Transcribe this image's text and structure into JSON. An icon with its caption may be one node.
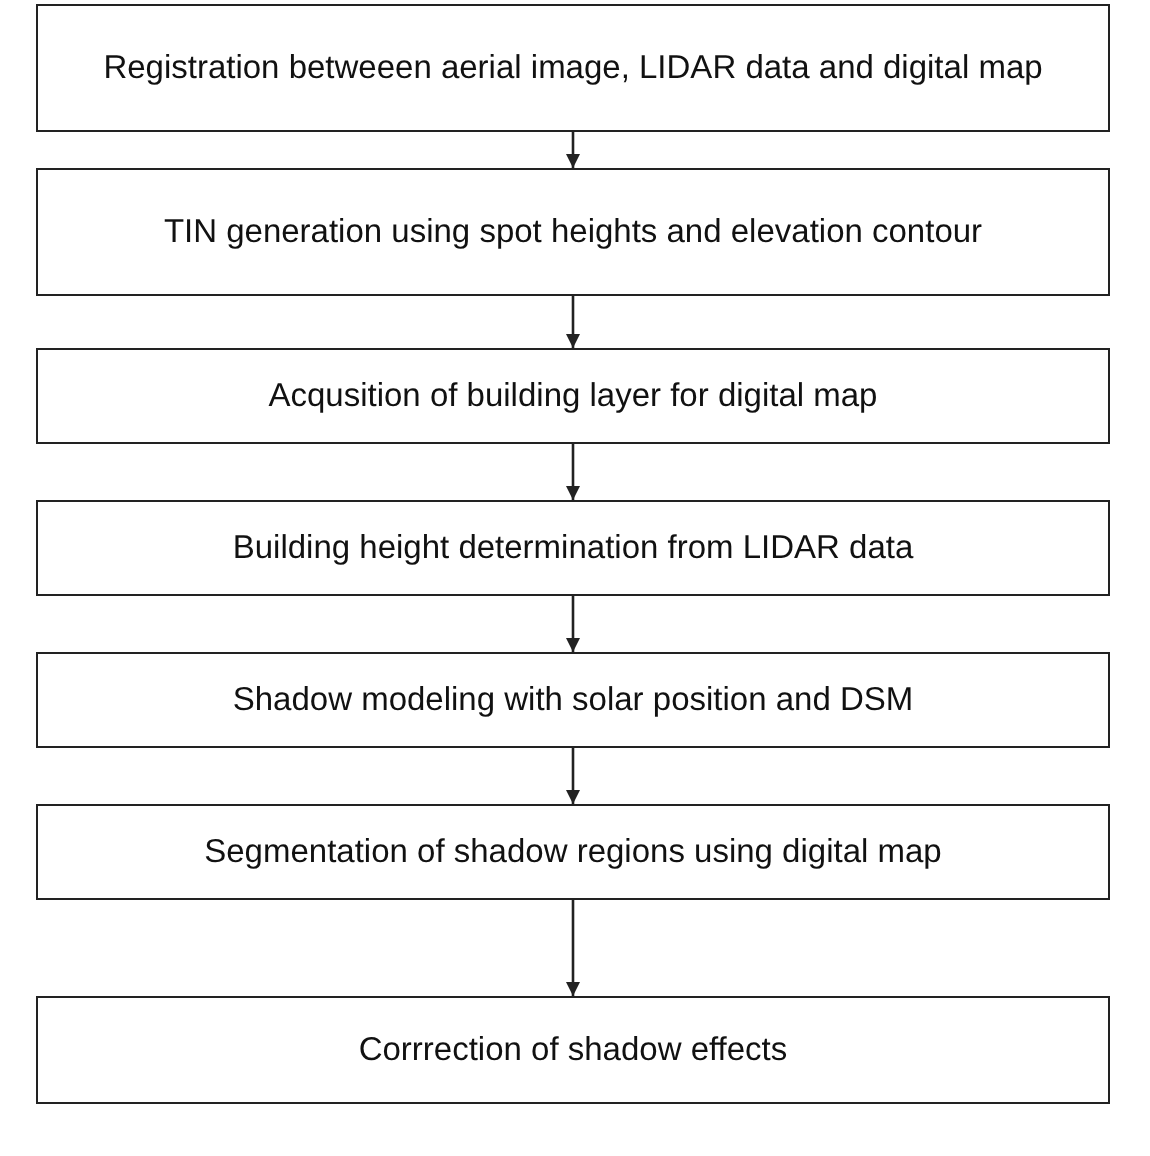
{
  "diagram": {
    "nodes": [
      {
        "text": [
          "Registration betweeen aerial image, LIDAR data and digital map"
        ]
      },
      {
        "text": [
          "TIN generation using spot heights and elevation contour"
        ]
      },
      {
        "text": [
          "Acqusition of building layer for digital map"
        ]
      },
      {
        "text": [
          "Building height determination from LIDAR data"
        ]
      },
      {
        "text": [
          "Shadow modeling with solar position and DSM"
        ]
      },
      {
        "text": [
          "Segmentation of shadow regions using digital map"
        ]
      },
      {
        "text": [
          "Corrrection of shadow effects"
        ]
      }
    ],
    "edges": [
      {
        "from": 0,
        "to": 1,
        "arrow": "to"
      },
      {
        "from": 1,
        "to": 2,
        "arrow": "to"
      },
      {
        "from": 2,
        "to": 3,
        "arrow": "to"
      },
      {
        "from": 3,
        "to": 4,
        "arrow": "to"
      },
      {
        "from": 4,
        "to": 5,
        "arrow": "to"
      },
      {
        "from": 5,
        "to": 6,
        "arrow": "to"
      }
    ]
  }
}
